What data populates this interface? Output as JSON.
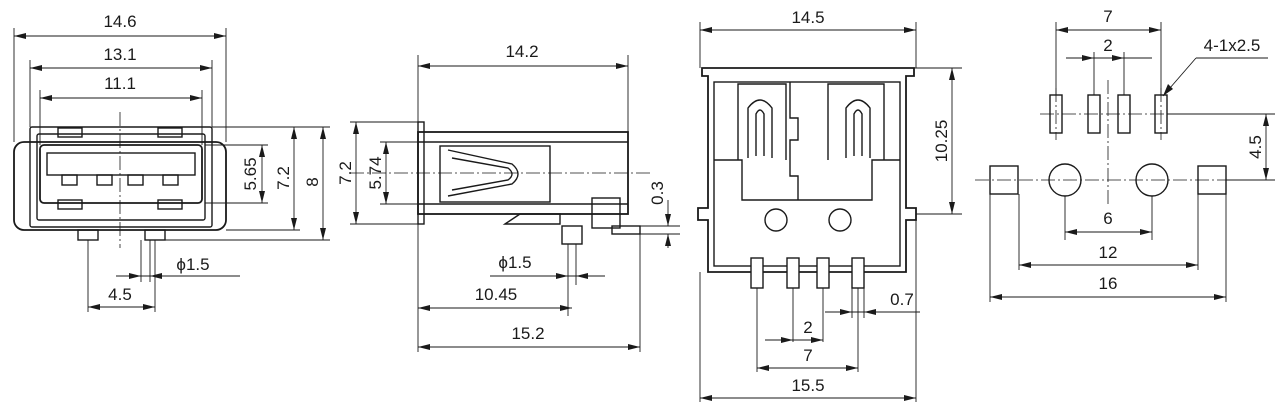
{
  "front_view": {
    "dims": {
      "w_overall": "14.6",
      "w_body": "13.1",
      "w_opening": "11.1",
      "h_opening": "5.65",
      "h_shell": "7.2",
      "h_total": "8",
      "peg_diameter": "ϕ1.5",
      "peg_pitch": "4.5"
    }
  },
  "side_view": {
    "dims": {
      "length_top": "14.2",
      "h_shell": "7.2",
      "h_inner": "5.74",
      "tab_thickness": "0.3",
      "peg_diameter": "ϕ1.5",
      "peg_position": "10.45",
      "length_total": "15.2"
    }
  },
  "bottom_view": {
    "dims": {
      "width_top": "14.5",
      "depth": "10.25",
      "pin_width": "0.7",
      "pin_pitch": "2",
      "pin_span": "7",
      "width_total": "15.5"
    }
  },
  "pcb_layout": {
    "dims": {
      "pad_span": "7",
      "pad_pitch": "2",
      "slot_size": "4-1x2.5",
      "row_offset": "4.5",
      "hole_pitch": "6",
      "hole_span": "12",
      "tab_span": "16"
    }
  }
}
